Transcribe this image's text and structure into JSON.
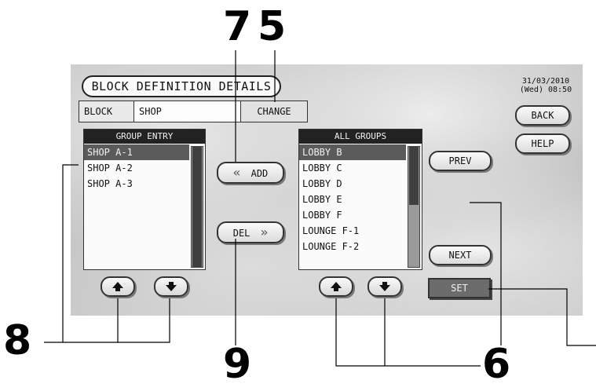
{
  "screen": {
    "title": "BLOCK DEFINITION DETAILS",
    "datetime_line1": "31/03/2010",
    "datetime_line2": "(Wed) 08:50",
    "block_label": "BLOCK",
    "block_value": "SHOP",
    "change_label": "CHANGE",
    "group_entry": {
      "header": "GROUP ENTRY",
      "items": [
        "SHOP A-1",
        "SHOP A-2",
        "SHOP A-3"
      ],
      "selected_index": 0
    },
    "all_groups": {
      "header": "ALL GROUPS",
      "items": [
        "LOBBY B",
        "LOBBY C",
        "LOBBY D",
        "LOBBY E",
        "LOBBY F",
        "LOUNGE F-1",
        "LOUNGE F-2"
      ],
      "selected_index": 0
    },
    "add_label": "ADD",
    "del_label": "DEL",
    "prev_label": "PREV",
    "next_label": "NEXT",
    "set_label": "SET",
    "back_label": "BACK",
    "help_label": "HELP",
    "icons": {
      "add": "double-chevron-left-icon",
      "del": "double-chevron-right-icon",
      "up": "arrow-up-icon",
      "down": "arrow-down-icon"
    }
  },
  "callouts": {
    "c7": "7",
    "c5": "5",
    "c8": "8",
    "c9": "9",
    "c6": "6"
  },
  "colors": {
    "header_bg": "#222222",
    "selection_bg": "#5b5b5b",
    "set_button_bg": "#6c6c6c"
  }
}
